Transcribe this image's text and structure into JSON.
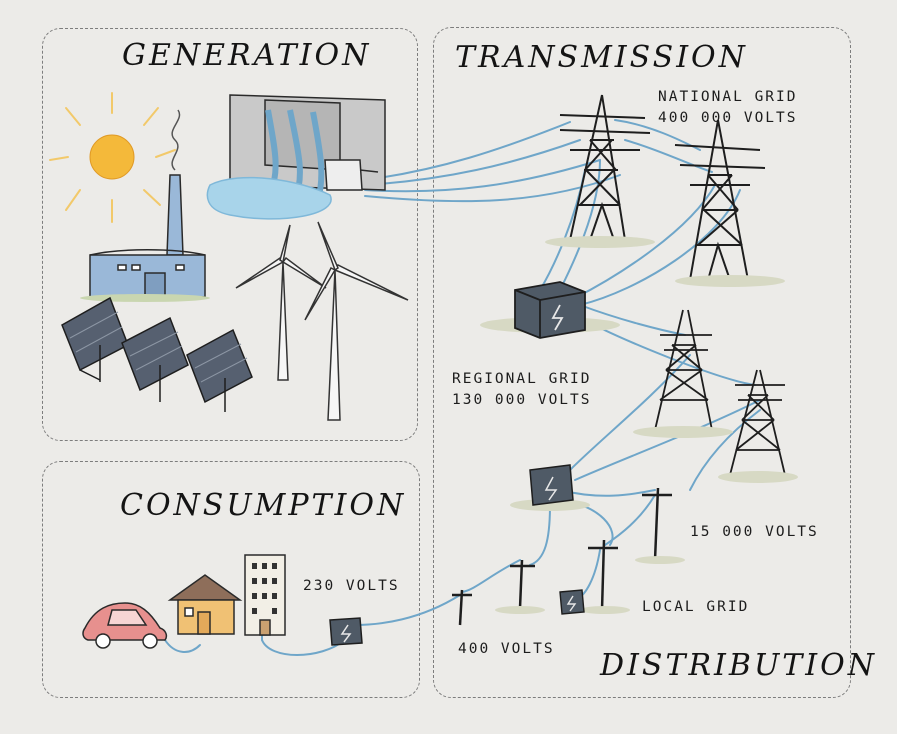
{
  "sections": {
    "generation": "Generation",
    "transmission": "Transmission",
    "consumption": "Consumption",
    "distribution": "Distribution"
  },
  "labels": {
    "national_grid": "National Grid",
    "national_volts": "400 000 volts",
    "regional_grid": "Regional Grid",
    "regional_volts": "130 000 volts",
    "local_volts_15k": "15 000 volts",
    "local_grid": "Local Grid",
    "volts_400": "400 volts",
    "volts_230": "230 volts"
  },
  "colors": {
    "wire": "#6fa6c9",
    "sun": "#f4b93a",
    "ray": "#f2c96a",
    "factory": "#9ab8d8",
    "car": "#e7908e",
    "house": "#f0c174",
    "water": "#a8d4ea",
    "panel_stroke": "#7d7d7d",
    "ink": "#2a2a2a"
  }
}
